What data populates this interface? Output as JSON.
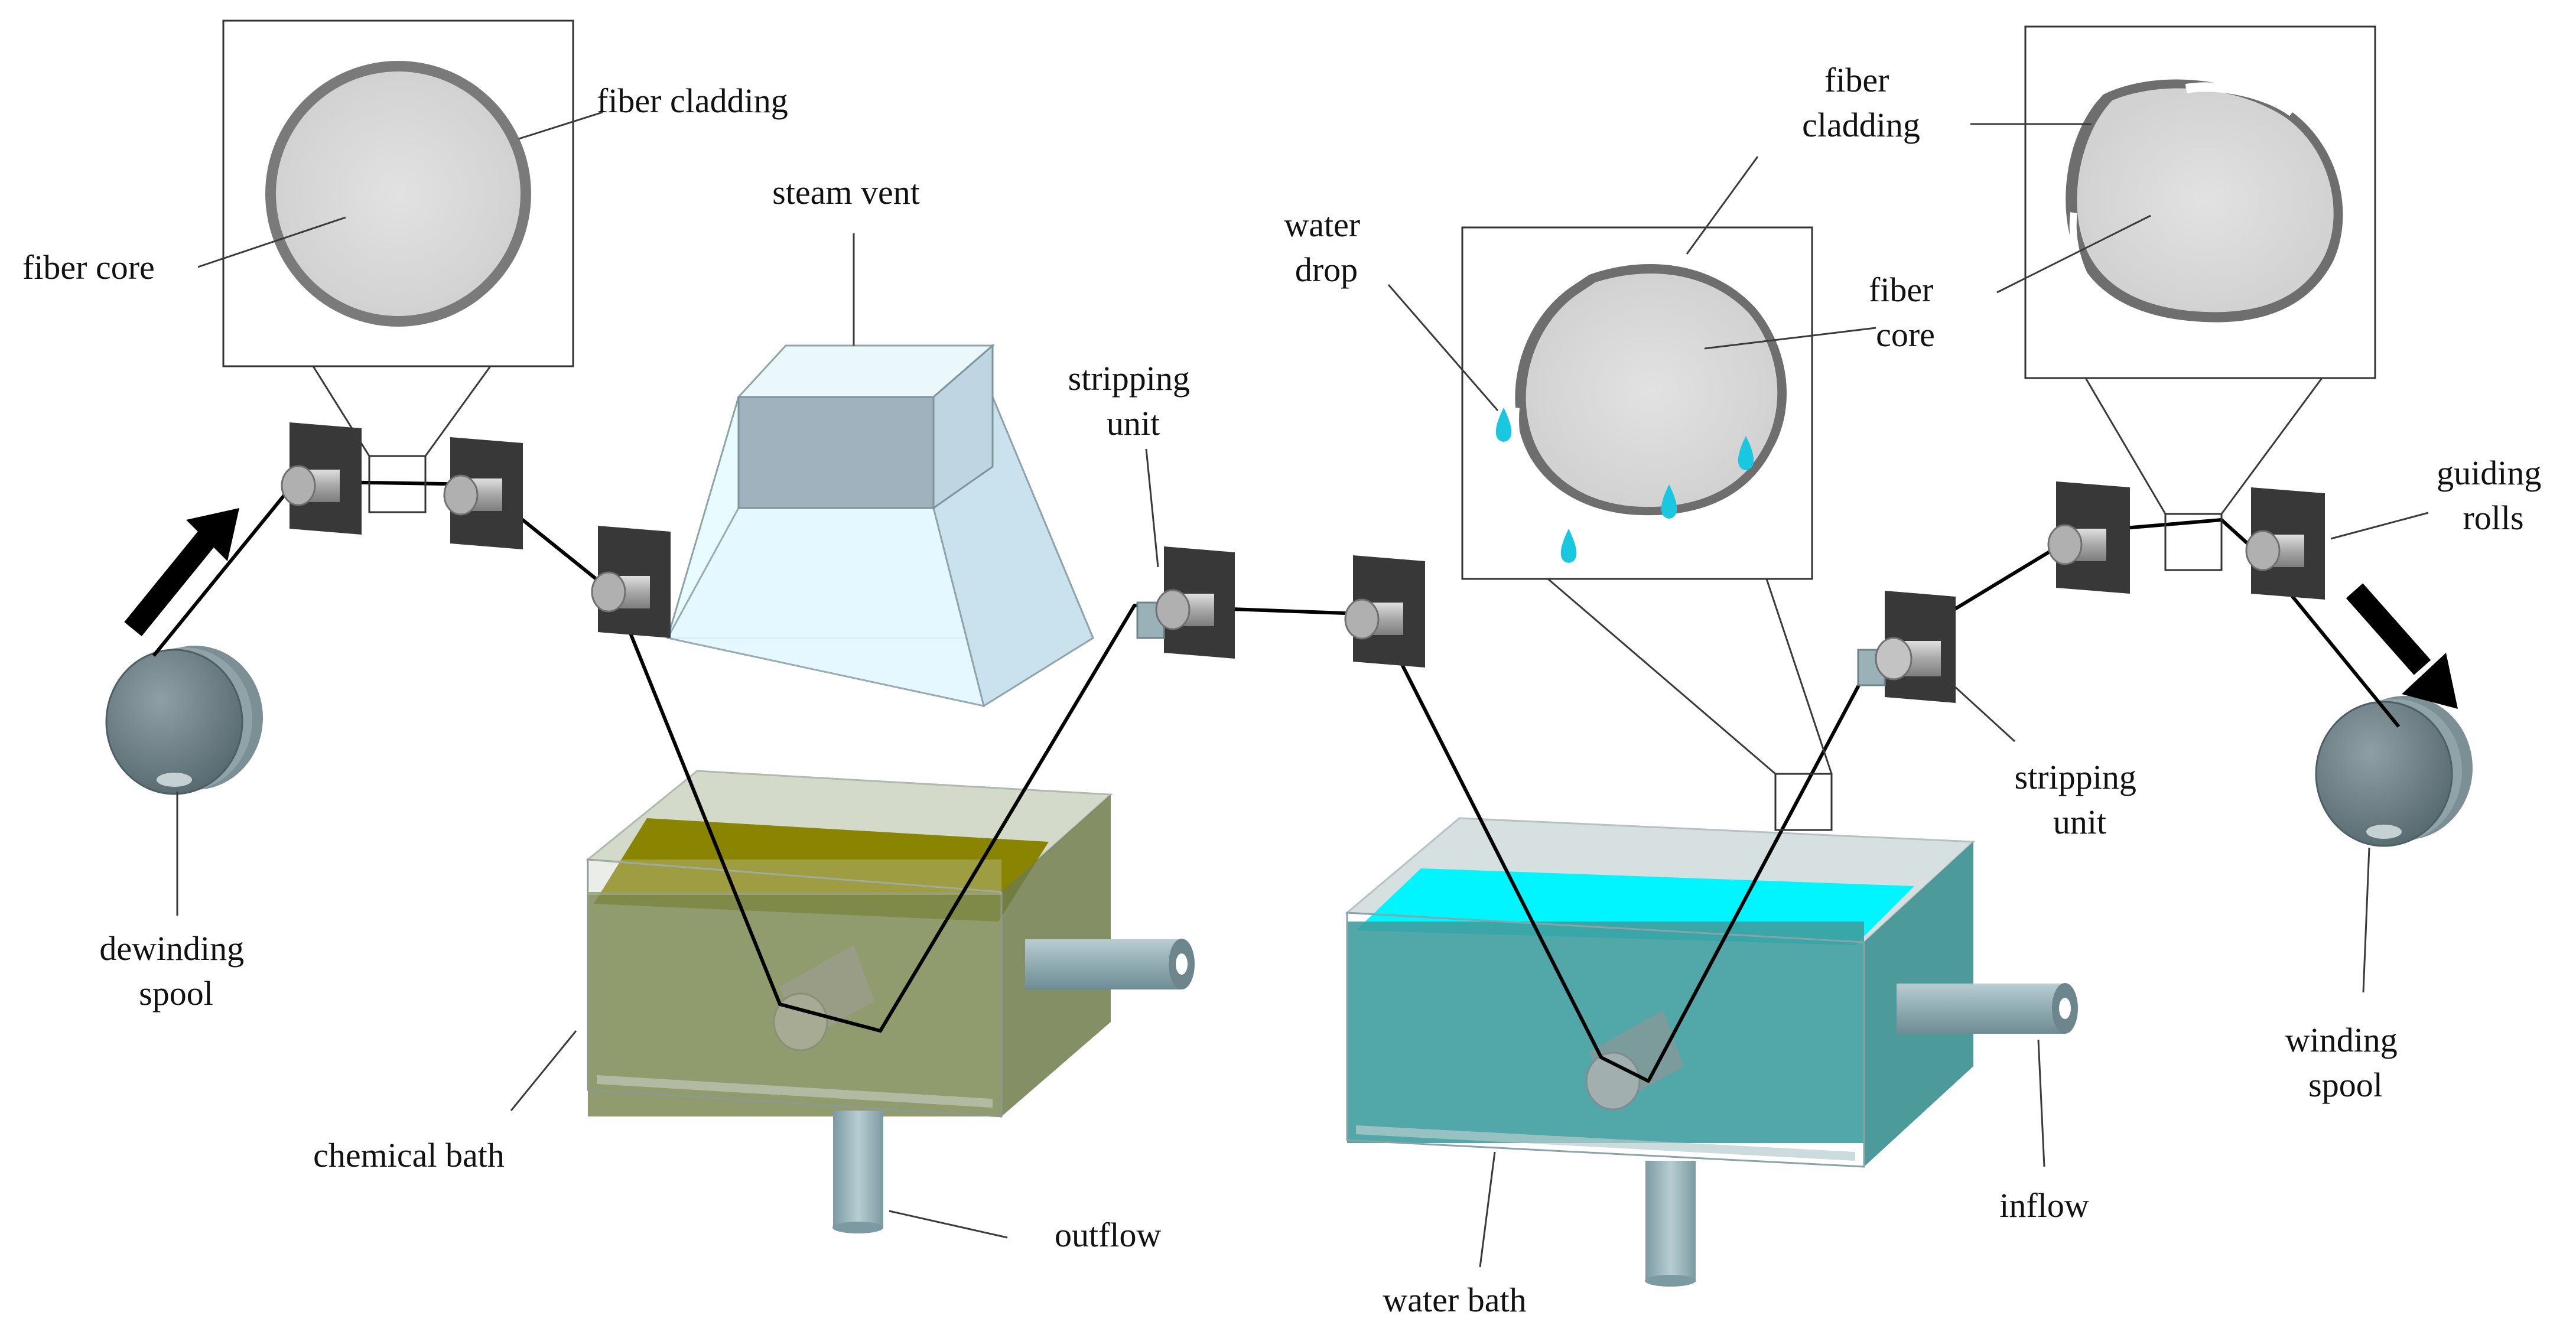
{
  "labels": {
    "fiber_cladding_left": "fiber cladding",
    "fiber_core_left": "fiber core",
    "steam_vent": "steam vent",
    "stripping_unit_1_l1": "stripping",
    "stripping_unit_1_l2": "unit",
    "water_drop_l1": "water",
    "water_drop_l2": "drop",
    "fiber_cladding_mid_l1": "fiber",
    "fiber_cladding_mid_l2": "cladding",
    "fiber_core_mid_l1": "fiber",
    "fiber_core_mid_l2": "core",
    "guiding_rolls_l1": "guiding",
    "guiding_rolls_l2": "rolls",
    "stripping_unit_2_l1": "stripping",
    "stripping_unit_2_l2": "unit",
    "dewinding_spool_l1": "dewinding",
    "dewinding_spool_l2": "spool",
    "winding_spool_l1": "winding",
    "winding_spool_l2": "spool",
    "chemical_bath": "chemical bath",
    "outflow": "outflow",
    "water_bath": "water bath",
    "inflow": "inflow"
  },
  "colors": {
    "chemical_liquid": "#8a8500",
    "chemical_tank": "#7d8a55",
    "water_liquid": "#00f5ff",
    "water_tank": "#3f9d9f",
    "water_drop": "#19c8e0",
    "cladding": "#7a7a7a",
    "core": "#d9d9d9",
    "steam_vent": "#e6f9ff",
    "roll_plate": "#383838",
    "roll": "#b4b4b4",
    "spool": "#6a7d82",
    "fiber": "#000000"
  }
}
